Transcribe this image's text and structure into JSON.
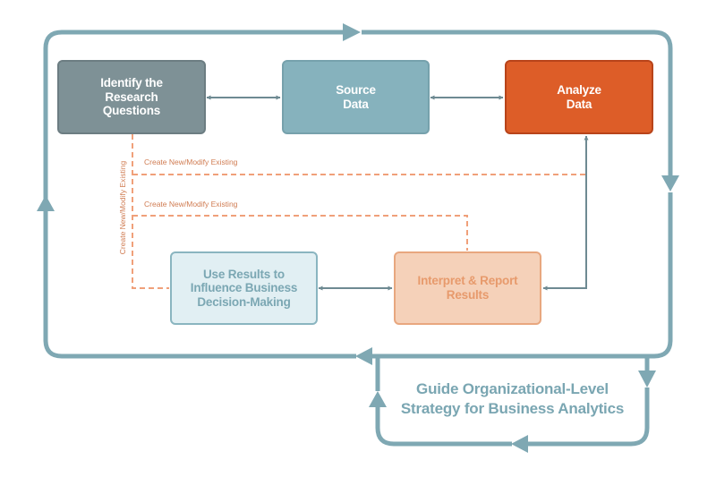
{
  "boxes": {
    "identify": "Identify the\nResearch\nQuestions",
    "source": "Source\nData",
    "analyze": "Analyze\nData",
    "use_results": "Use Results to\nInfluence Business\nDecision-Making",
    "interpret": "Interpret & Report\nResults"
  },
  "dashed_labels": {
    "upper": "Create New/Modify Existing",
    "lower": "Create New/Modify Existing",
    "vertical": "Create New/Modify Existing"
  },
  "strategy": "Guide Organizational-Level\nStrategy for Business Analytics",
  "colors": {
    "loop": "#7fa8b3",
    "connector": "#6e8a92",
    "dashed": "#f0a07a",
    "identify_fill": "#7e9196",
    "source_fill": "#86b2bd",
    "analyze_fill": "#dd5d28",
    "use_results_fill": "#e1eff3",
    "interpret_fill": "#f5d1b9"
  }
}
